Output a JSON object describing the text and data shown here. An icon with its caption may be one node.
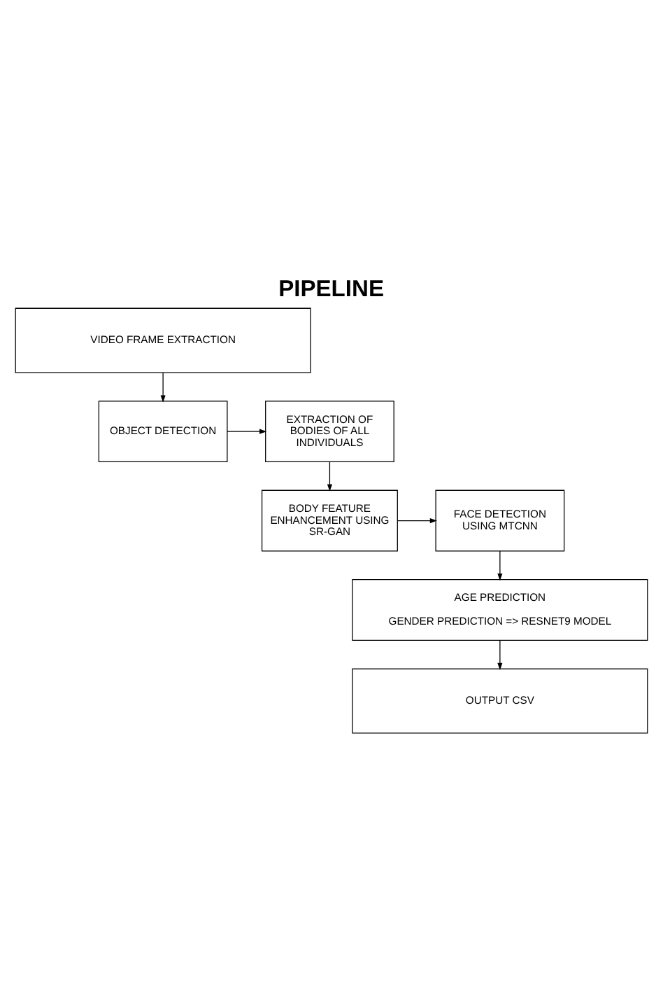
{
  "diagram": {
    "title": "PIPELINE",
    "nodes": [
      {
        "text": [
          "VIDEO FRAME EXTRACTION"
        ]
      },
      {
        "text": [
          "OBJECT DETECTION"
        ]
      },
      {
        "text": [
          "EXTRACTION OF BODIES OF ALL INDIVIDUALS"
        ]
      },
      {
        "text": [
          "FACE DETECTION USING MTCNN"
        ]
      },
      {
        "text": [
          "BODY FEATURE ENHANCEMENT USING SR-GAN"
        ]
      },
      {
        "text": [
          "AGE PREDICTION",
          "GENDER PREDICTION => RESNET9 MODEL"
        ]
      },
      {
        "text": [
          "OUTPUT CSV"
        ]
      }
    ],
    "edges": [
      {
        "from": 0,
        "to": 1,
        "arrow": "to"
      },
      {
        "from": 1,
        "to": 2,
        "arrow": "to"
      },
      {
        "from": 2,
        "to": 4,
        "arrow": "to"
      },
      {
        "from": 4,
        "to": 3,
        "arrow": "to"
      },
      {
        "from": 3,
        "to": 5,
        "arrow": "to"
      },
      {
        "from": 5,
        "to": 6,
        "arrow": "to"
      }
    ]
  }
}
